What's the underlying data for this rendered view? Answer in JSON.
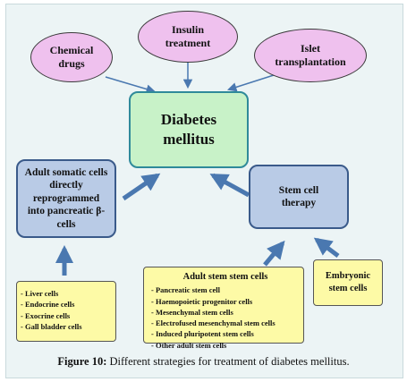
{
  "nodes": {
    "chemical_drugs": "Chemical drugs",
    "insulin_treatment": "Insulin treatment",
    "islet_transplantation": "Islet transplantation",
    "diabetes_mellitus": "Diabetes mellitus",
    "adult_somatic_cells": "Adult somatic cells directly reprogrammed into pancreatic β-cells",
    "stem_cell_therapy": "Stem cell therapy",
    "embryonic_stem_cells": "Embryonic stem cells"
  },
  "somatic_sources": [
    "- Liver cells",
    "- Endocrine cells",
    "- Exocrine cells",
    "- Gall bladder cells"
  ],
  "adult_stem_cells": {
    "title": "Adult stem stem cells",
    "items": [
      "-  Pancreatic stem cell",
      "-  Haemopoietic progenitor cells",
      "-  Mesenchymal stem cells",
      "-  Electrofused mesenchymal stem cells",
      "-  Induced pluripotent stem cells",
      "-  Other adult stem cells"
    ]
  },
  "caption": {
    "label": "Figure 10:",
    "text": " Different strategies for treatment of diabetes mellitus."
  },
  "colors": {
    "ellipse_fill": "#efc1ee",
    "center_fill": "#c8f2c8",
    "blue_fill": "#b9cbe6",
    "yellow_fill": "#fdfaa6",
    "arrow": "#4a78b0"
  }
}
